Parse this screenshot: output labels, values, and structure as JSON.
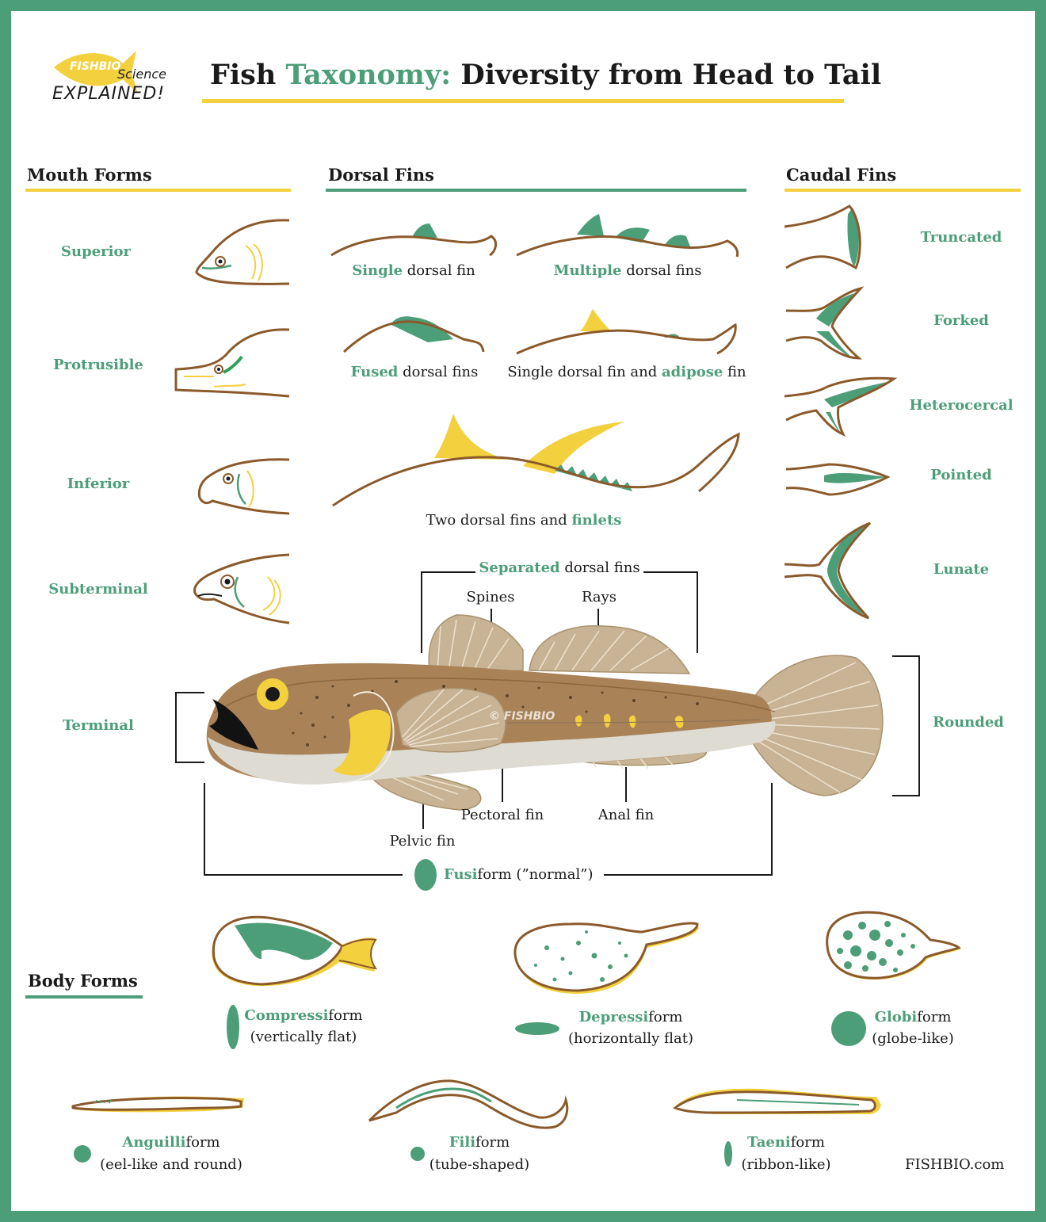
{
  "logo": {
    "brand": "FISHBIO",
    "line1": "Science",
    "line2": "EXPLAINED!"
  },
  "title": {
    "part1": "Fish",
    "highlight": "Taxonomy:",
    "part2": "Diversity from Head to Tail"
  },
  "mouth_forms": {
    "heading": "Mouth Forms",
    "items": [
      "Superior",
      "Protrusible",
      "Inferior",
      "Subterminal",
      "Terminal"
    ]
  },
  "dorsal_fins": {
    "heading": "Dorsal Fins",
    "single": {
      "bold": "Single",
      "rest": "dorsal fin"
    },
    "multiple": {
      "bold": "Multiple",
      "rest": "dorsal fins"
    },
    "fused": {
      "bold": "Fused",
      "rest": "dorsal fins"
    },
    "adipose": {
      "pre": "Single dorsal fin and",
      "bold": "adipose",
      "post": "fin"
    },
    "finlets": {
      "pre": "Two dorsal fins and",
      "bold": "finlets"
    }
  },
  "caudal_fins": {
    "heading": "Caudal Fins",
    "items": [
      "Truncated",
      "Forked",
      "Heterocercal",
      "Pointed",
      "Lunate",
      "Rounded"
    ]
  },
  "anatomy": {
    "separated_bold": "Separated",
    "separated_rest": "dorsal fins",
    "spines": "Spines",
    "rays": "Rays",
    "pectoral": "Pectoral fin",
    "anal": "Anal fin",
    "pelvic": "Pelvic fin",
    "watermark": "© FISHBIO",
    "fusiform_bold": "Fusi",
    "fusiform_rest": "form (”normal”)"
  },
  "body_forms": {
    "heading": "Body Forms",
    "compressiform": {
      "bold": "Compressi",
      "rest": "form",
      "desc": "(vertically flat)"
    },
    "depressiform": {
      "bold": "Depressi",
      "rest": "form",
      "desc": "(horizontally flat)"
    },
    "globiform": {
      "bold": "Globi",
      "rest": "form",
      "desc": "(globe-like)"
    },
    "anguilliform": {
      "bold": "Anguilli",
      "rest": "form",
      "desc": "(eel-like and round)"
    },
    "filiform": {
      "bold": "Fili",
      "rest": "form",
      "desc": "(tube-shaped)"
    },
    "taeniform": {
      "bold": "Taeni",
      "rest": "form",
      "desc": "(ribbon-like)"
    }
  },
  "footer": "FISHBIO.com",
  "colors": {
    "green": "#4c9e78",
    "yellow": "#f3d13e",
    "brown": "#8b5a2b",
    "tan": "#c8b394",
    "frame": "#4c9e78"
  }
}
